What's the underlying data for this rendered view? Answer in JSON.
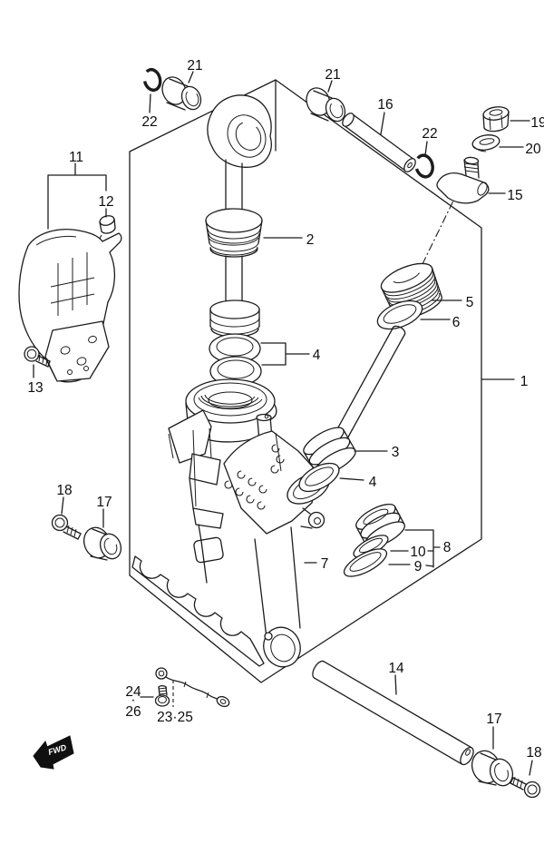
{
  "diagram_type": "exploded-parts-diagram",
  "colors": {
    "line": "#1c1c1c",
    "background": "#ffffff"
  },
  "fwd": "FWD",
  "labels": {
    "c1": "1",
    "c2": "2",
    "c3": "3",
    "c4a": "4",
    "c4b": "4",
    "c5": "5",
    "c6": "6",
    "c7": "7",
    "c8": "8",
    "c9": "9",
    "c10": "10",
    "c11": "11",
    "c12": "12",
    "c13": "13",
    "c14": "14",
    "c15": "15",
    "c16": "16",
    "c17a": "17",
    "c17b": "17",
    "c18a": "18",
    "c18b": "18",
    "c19": "19",
    "c20": "20",
    "c21a": "21",
    "c21b": "21",
    "c22a": "22",
    "c22b": "22",
    "c23_25": "23·25",
    "c24": "24",
    "c26": "26",
    "dot": "·"
  }
}
